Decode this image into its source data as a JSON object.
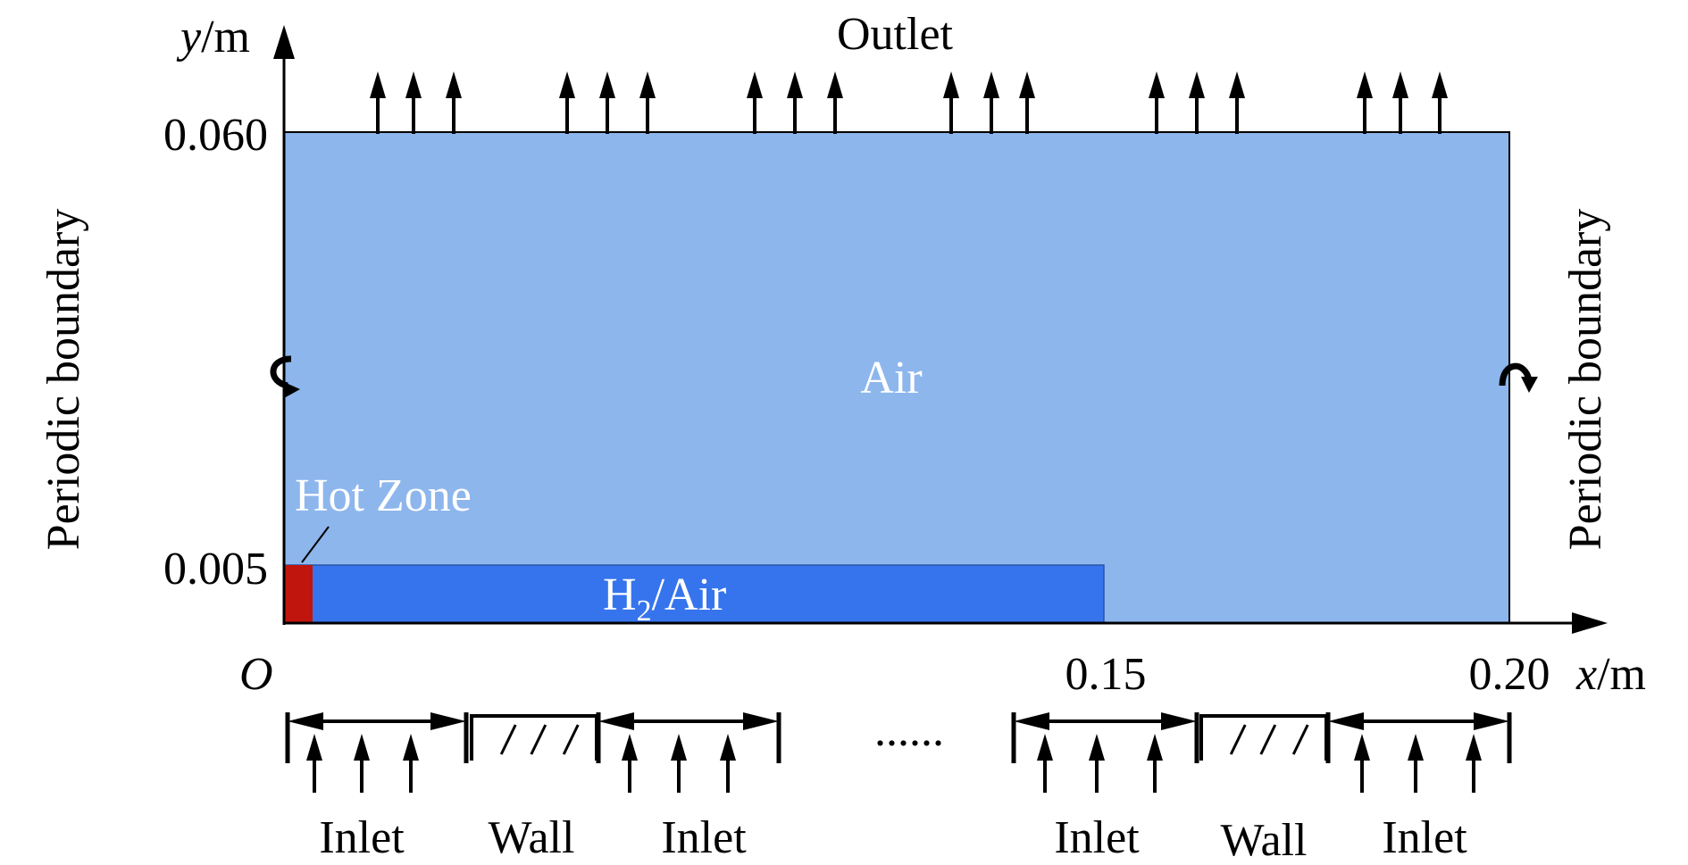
{
  "labels": {
    "outlet": "Outlet",
    "air": "Air",
    "hot_zone": "Hot Zone",
    "h2": "H",
    "h2_sub": "2",
    "h2_rest": "/Air",
    "periodic_left": "Periodic boundary",
    "periodic_right": "Periodic boundary",
    "origin": "O",
    "ellipsis": "......",
    "inlet": "Inlet",
    "wall": "Wall"
  },
  "axes": {
    "y_var": "y",
    "y_unit": "/m",
    "x_var": "x",
    "x_unit": "/m",
    "y_ticks": [
      "0.060",
      "0.005"
    ],
    "x_ticks": [
      "0.15",
      "0.20"
    ]
  },
  "bottom_labels": [
    "Inlet",
    "Wall",
    "Inlet",
    "Inlet",
    "Wall",
    "Inlet"
  ],
  "colors": {
    "air": "#8db6ec",
    "h2_air": "#3674ed",
    "hot_zone": "#c0150d",
    "line": "#000000"
  }
}
